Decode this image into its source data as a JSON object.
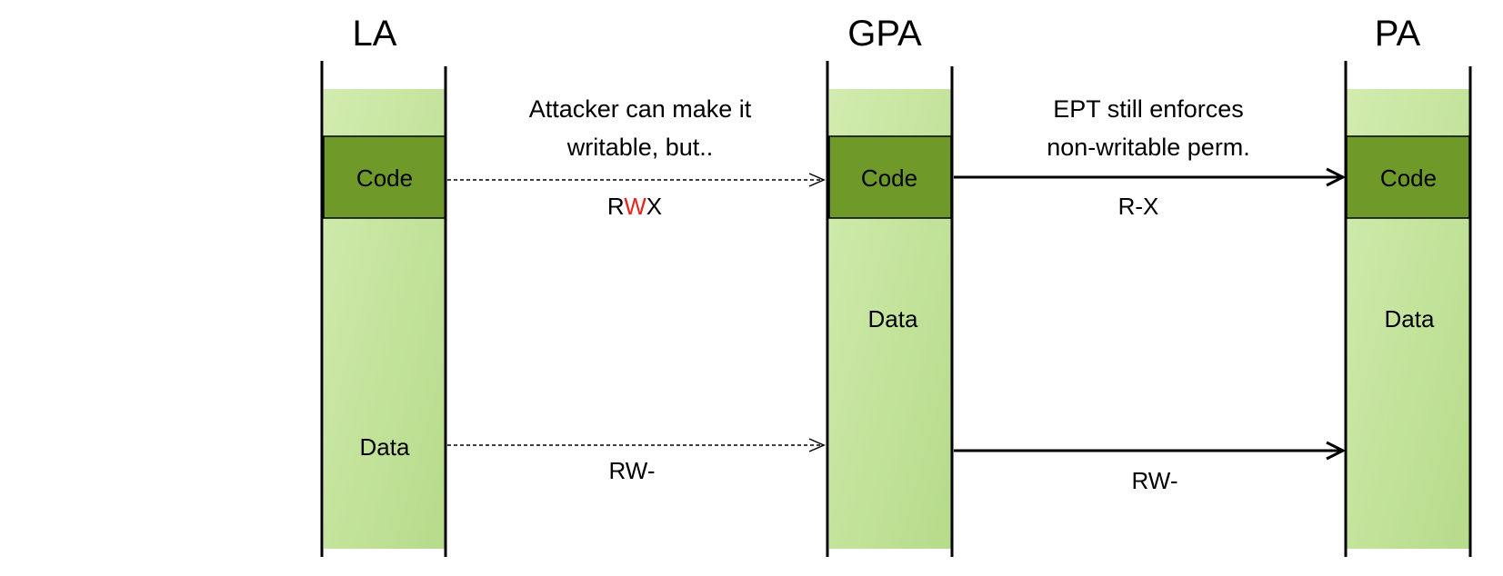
{
  "columns": {
    "la": {
      "title": "LA",
      "code_label": "Code",
      "data_label": "Data"
    },
    "gpa": {
      "title": "GPA",
      "code_label": "Code",
      "data_label": "Data"
    },
    "pa": {
      "title": "PA",
      "code_label": "Code",
      "data_label": "Data"
    }
  },
  "mappings": {
    "la_to_gpa": {
      "note_line1": "Attacker can make it",
      "note_line2": "writable, but..",
      "code_perm": {
        "r": "R",
        "w": "W",
        "x": "X"
      },
      "data_perm": "RW-"
    },
    "gpa_to_pa": {
      "note_line1": "EPT still enforces",
      "note_line2": "non-writable perm.",
      "code_perm": "R-X",
      "data_perm": "RW-"
    }
  },
  "colors": {
    "data_region_light": "#cde9a9",
    "data_region_dark": "#b9dd8f",
    "code_block": "#6f9a2a",
    "highlight_w": "#e8231c",
    "line": "#000000"
  }
}
